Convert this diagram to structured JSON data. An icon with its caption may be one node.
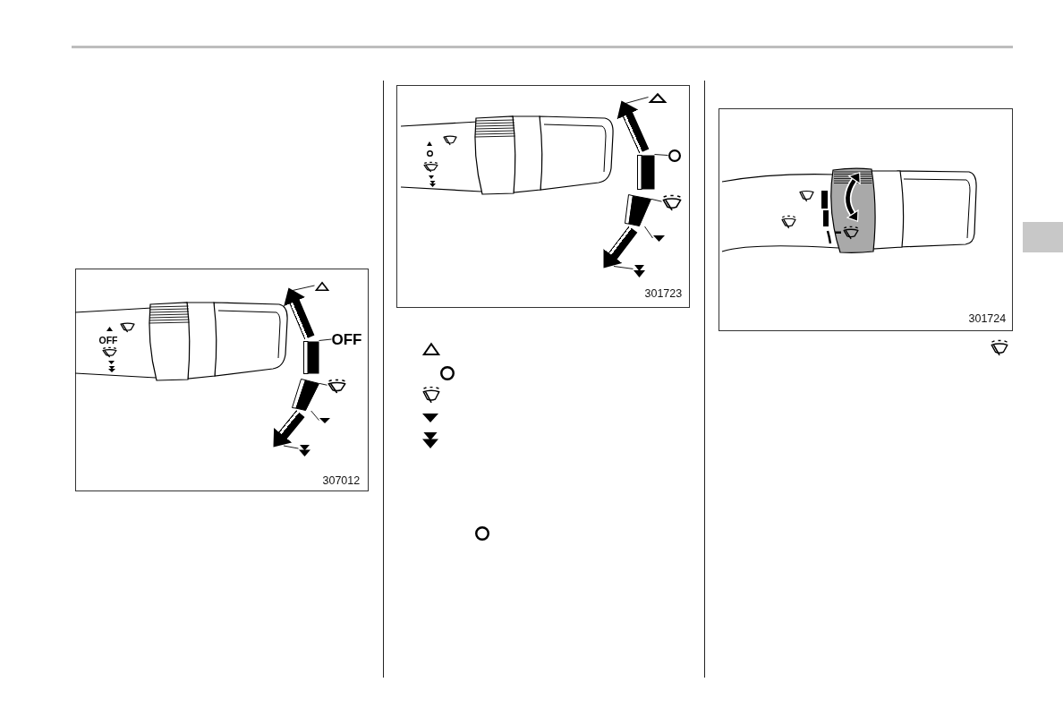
{
  "diagram": {
    "nodes": [
      {
        "text": [
          "307012"
        ]
      },
      {
        "text": [],
        "shape": "triangle",
        "in": 0
      },
      {
        "text": [
          "OFF"
        ],
        "in": 0
      },
      {
        "text": [],
        "shape": "bar",
        "in": 0
      },
      {
        "text": [],
        "shape": "picture",
        "in": 0
      },
      {
        "text": [],
        "shape": "bar",
        "in": 0
      },
      {
        "text": [],
        "shape": "triangle",
        "in": 0
      },
      {
        "text": [],
        "shape": "triangle",
        "in": 0
      },
      {
        "text": [
          "301723"
        ]
      },
      {
        "text": [],
        "shape": "triangle",
        "in": 8
      },
      {
        "text": [],
        "shape": "circle",
        "in": 8
      },
      {
        "text": [],
        "shape": "bar",
        "in": 8
      },
      {
        "text": [],
        "shape": "picture",
        "in": 8
      },
      {
        "text": [],
        "shape": "bar",
        "in": 8
      },
      {
        "text": [],
        "shape": "triangle",
        "in": 8
      },
      {
        "text": [],
        "shape": "triangle",
        "in": 8
      },
      {
        "text": [
          "301724"
        ]
      }
    ],
    "edges": [
      {
        "from": 3,
        "to": 1,
        "arrow": "to",
        "style": "thick"
      },
      {
        "from": 1,
        "to": null,
        "arrow": "none"
      },
      {
        "from": 2,
        "to": 3,
        "arrow": "none"
      },
      {
        "from": 4,
        "to": 5,
        "arrow": "none"
      },
      {
        "from": 5,
        "to": 7,
        "arrow": "to",
        "style": "thick"
      },
      {
        "from": 6,
        "to": 5,
        "arrow": "none"
      },
      {
        "from": 7,
        "to": null,
        "arrow": "none"
      },
      {
        "from": 11,
        "to": 9,
        "arrow": "to",
        "style": "thick"
      },
      {
        "from": 9,
        "to": null,
        "arrow": "none"
      },
      {
        "from": 10,
        "to": 11,
        "arrow": "none"
      },
      {
        "from": 12,
        "to": 13,
        "arrow": "none"
      },
      {
        "from": 13,
        "to": 15,
        "arrow": "to",
        "style": "thick"
      },
      {
        "from": 14,
        "to": 13,
        "arrow": "none"
      },
      {
        "from": 15,
        "to": null,
        "arrow": "none"
      }
    ],
    "labels": [
      "OFF"
    ]
  }
}
